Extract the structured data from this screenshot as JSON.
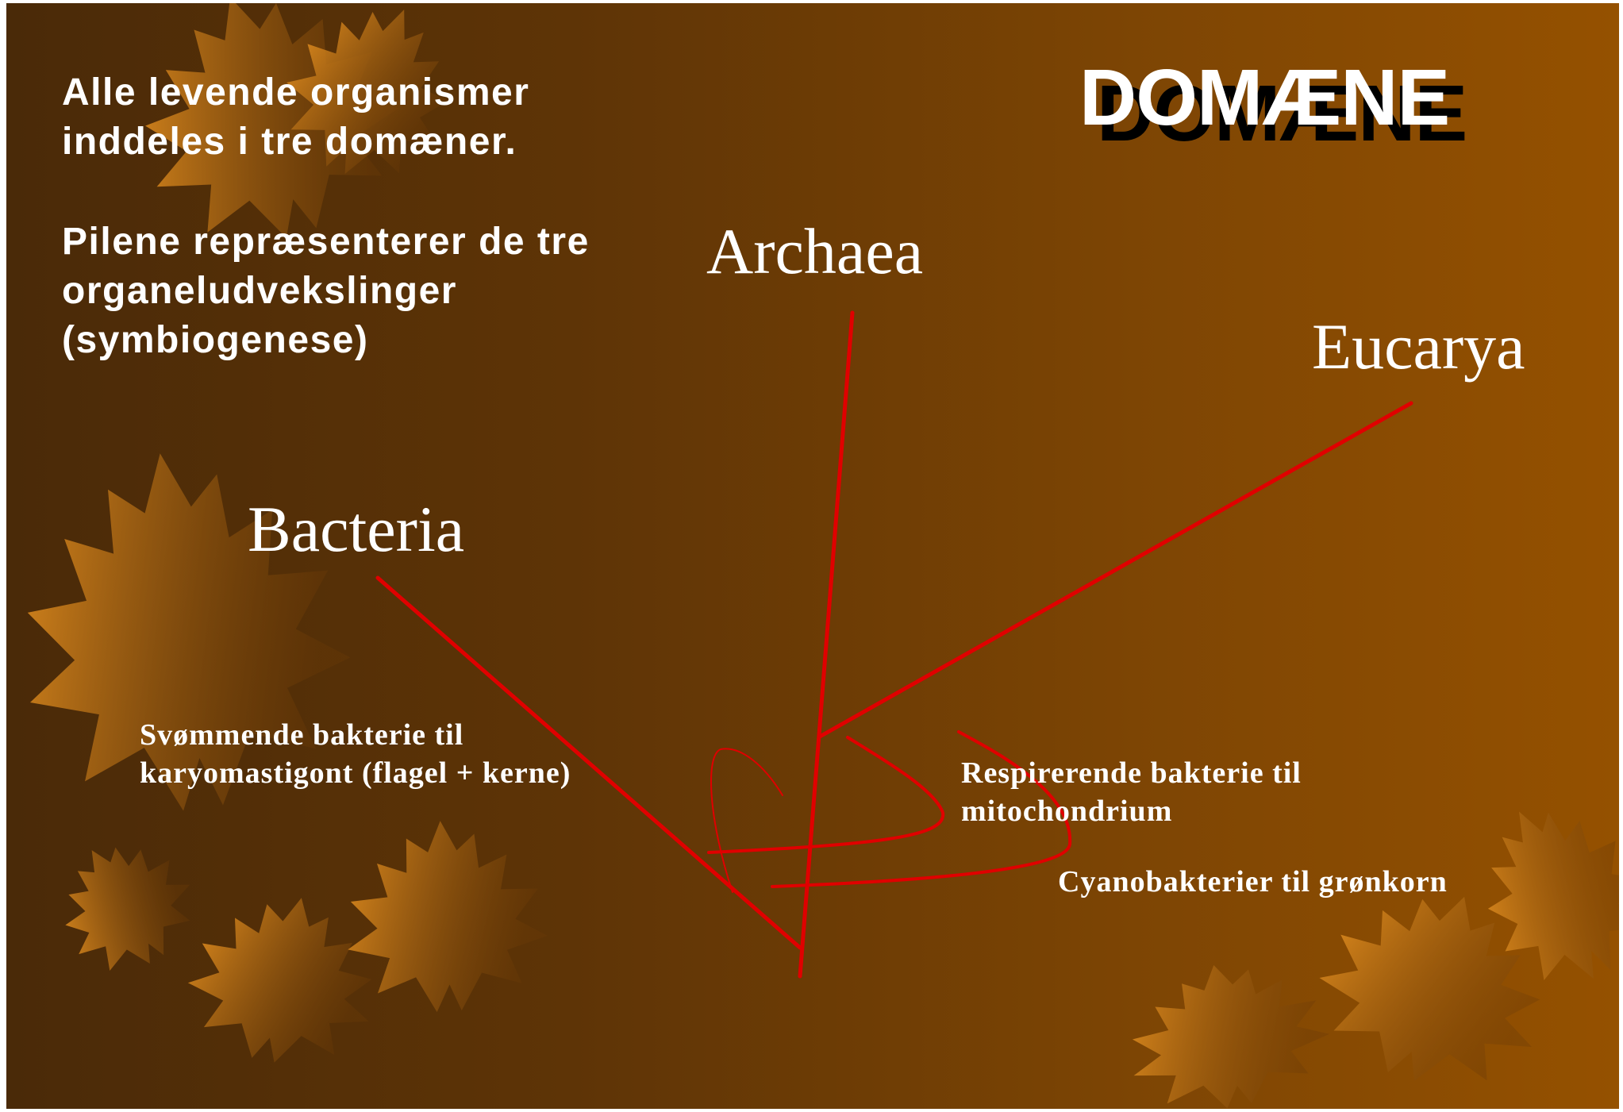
{
  "slide": {
    "title": "DOMÆNE",
    "intro_line_1": "Alle levende organismer inddeles i tre domæner.",
    "intro_line_2": "Pilene repræsenterer de tre organeludvekslinger (symbiogenese)"
  },
  "domains": {
    "archaea": "Archaea",
    "eucarya": "Eucarya",
    "bacteria": "Bacteria"
  },
  "symbiogenesis": {
    "flagel_line_1": "Svømmende bakterie til",
    "flagel_line_2": "karyomastigont (flagel + kerne)",
    "mito_line_1": "Respirerende bakterie til",
    "mito_line_2": "mitochondrium",
    "cyano": "Cyanobakterier til grønkorn"
  },
  "colors": {
    "arrow": "#e00000",
    "text": "#ffffff",
    "title_shadow": "#000000",
    "leaf": "#d98a1c"
  },
  "decorative_icons": [
    "maple-leaf-icon"
  ]
}
